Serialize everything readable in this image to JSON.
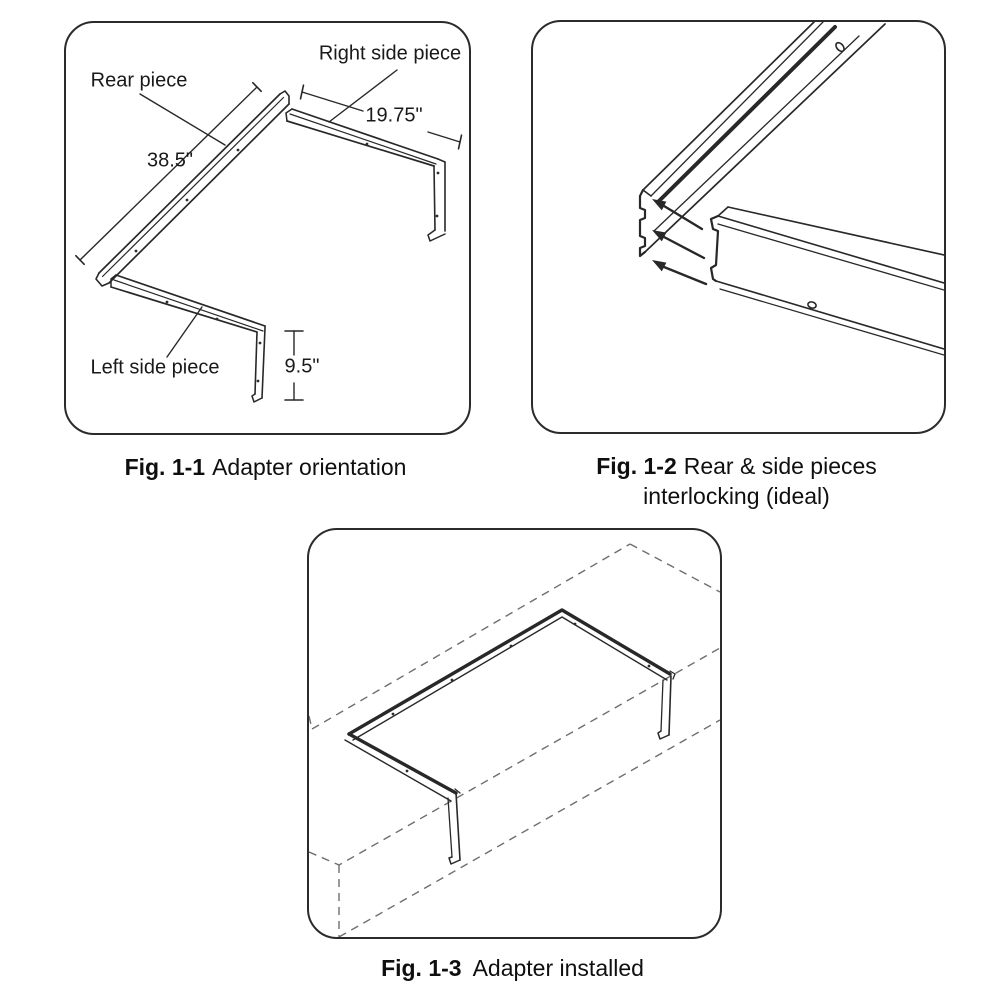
{
  "figure1": {
    "caption_label": "Fig. 1-1",
    "caption_text": "Adapter orientation",
    "label_rear": "Rear piece",
    "label_right": "Right side piece",
    "label_left": "Left side piece",
    "dim_rear": "38.5\"",
    "dim_right": "19.75\"",
    "dim_left": "9.5\""
  },
  "figure2": {
    "caption_label": "Fig. 1-2",
    "caption_line1": "Rear & side pieces",
    "caption_line2": "interlocking (ideal)"
  },
  "figure3": {
    "caption_label": "Fig. 1-3",
    "caption_text": "Adapter installed"
  },
  "colors": {
    "line": "#282828",
    "dashed": "#6e6e6e",
    "background": "#ffffff"
  }
}
